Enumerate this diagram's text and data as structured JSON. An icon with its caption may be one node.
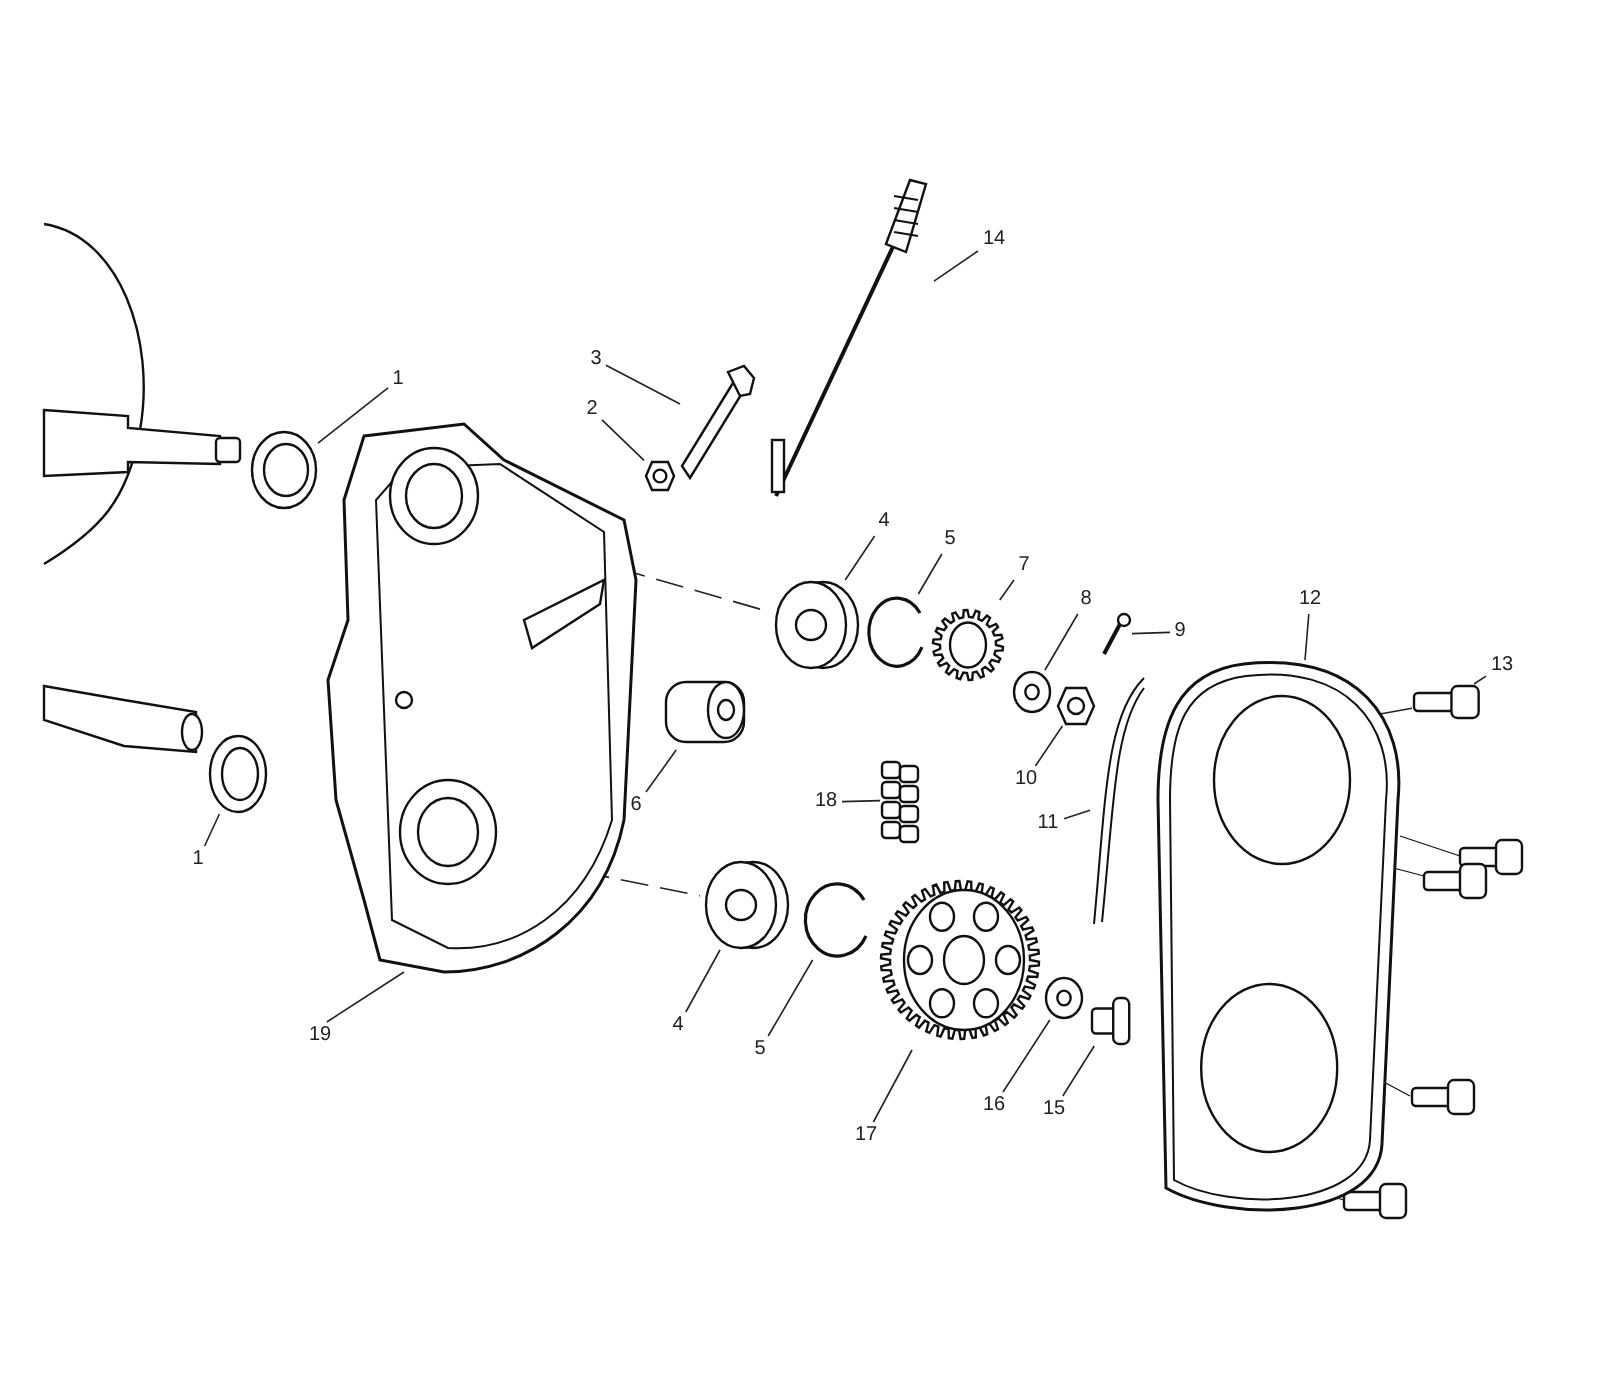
{
  "diagram": {
    "nodes": [
      {
        "text": [
          "1"
        ]
      },
      {
        "text": [
          "2"
        ]
      },
      {
        "text": [
          "3"
        ]
      },
      {
        "text": [
          "14"
        ]
      },
      {
        "text": [
          "4"
        ]
      },
      {
        "text": [
          "5"
        ]
      },
      {
        "text": [
          "7"
        ]
      },
      {
        "text": [
          "8"
        ]
      },
      {
        "text": [
          "9"
        ]
      },
      {
        "text": [
          "10"
        ]
      },
      {
        "text": [
          "12"
        ]
      },
      {
        "text": [
          "13"
        ]
      },
      {
        "text": [
          "6"
        ]
      },
      {
        "text": [
          "11"
        ]
      },
      {
        "text": [
          "18"
        ]
      },
      {
        "text": [
          "1"
        ]
      },
      {
        "text": [
          "19"
        ]
      },
      {
        "text": [
          "4"
        ]
      },
      {
        "text": [
          "5"
        ]
      },
      {
        "text": [
          "17"
        ]
      },
      {
        "text": [
          "16"
        ]
      },
      {
        "text": [
          "15"
        ]
      },
      {
        "text": [],
        "shape": "picture"
      },
      {
        "text": [],
        "shape": "picture"
      },
      {
        "text": [],
        "shape": "picture"
      },
      {
        "text": [],
        "shape": "picture"
      },
      {
        "text": [],
        "shape": "picture"
      },
      {
        "text": [],
        "shape": "picture"
      },
      {
        "text": [],
        "shape": "picture"
      },
      {
        "text": [],
        "shape": "picture"
      },
      {
        "text": [],
        "shape": "picture"
      },
      {
        "text": [],
        "shape": "picture"
      },
      {
        "text": [],
        "shape": "picture"
      },
      {
        "text": [],
        "shape": "picture"
      },
      {
        "text": [],
        "shape": "picture"
      },
      {
        "text": [],
        "shape": "picture"
      },
      {
        "text": [],
        "shape": "picture"
      },
      {
        "text": [],
        "shape": "picture"
      },
      {
        "text": [],
        "shape": "picture"
      },
      {
        "text": [],
        "shape": "picture"
      },
      {
        "text": [],
        "shape": "picture"
      },
      {
        "text": [],
        "shape": "picture"
      },
      {
        "text": [],
        "shape": "picture"
      },
      {
        "text": [],
        "shape": "picture"
      }
    ],
    "edges": [
      {
        "from": 0,
        "to": 22,
        "arrow": "none"
      },
      {
        "from": 1,
        "to": 23,
        "arrow": "none"
      },
      {
        "from": 2,
        "to": 24,
        "arrow": "none"
      },
      {
        "from": 3,
        "to": 25,
        "arrow": "none"
      },
      {
        "from": 4,
        "to": 26,
        "arrow": "none"
      },
      {
        "from": 5,
        "to": 27,
        "arrow": "none"
      },
      {
        "from": 6,
        "to": 28,
        "arrow": "none"
      },
      {
        "from": 7,
        "to": 29,
        "arrow": "none"
      },
      {
        "from": 8,
        "to": 30,
        "arrow": "none"
      },
      {
        "from": 9,
        "to": 31,
        "arrow": "none"
      },
      {
        "from": 10,
        "to": 32,
        "arrow": "none"
      },
      {
        "from": 11,
        "to": 33,
        "arrow": "none"
      },
      {
        "from": 12,
        "to": 34,
        "arrow": "none"
      },
      {
        "from": 13,
        "to": 35,
        "arrow": "none"
      },
      {
        "from": 14,
        "to": 36,
        "arrow": "none"
      },
      {
        "from": 15,
        "to": 37,
        "arrow": "none"
      },
      {
        "from": 16,
        "to": 38,
        "arrow": "none"
      },
      {
        "from": 17,
        "to": 39,
        "arrow": "none"
      },
      {
        "from": 18,
        "to": 40,
        "arrow": "none"
      },
      {
        "from": 19,
        "to": 41,
        "arrow": "none"
      },
      {
        "from": 20,
        "to": 42,
        "arrow": "none"
      },
      {
        "from": 21,
        "to": 43,
        "arrow": "none"
      },
      {
        "from": 38,
        "to": 26,
        "arrow": "none",
        "style": "dashed"
      },
      {
        "from": 38,
        "to": 39,
        "arrow": "none",
        "style": "dashed"
      },
      {
        "from": 32,
        "to": 33,
        "arrow": "none"
      }
    ]
  }
}
